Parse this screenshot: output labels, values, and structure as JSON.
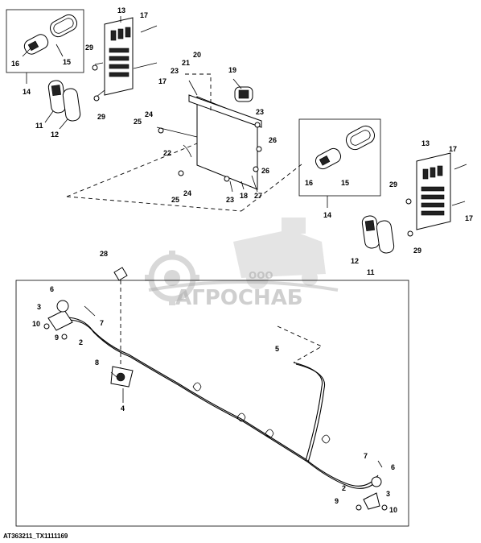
{
  "callouts": {
    "c2": "2",
    "c3": "3",
    "c4": "4",
    "c5": "5",
    "c6": "6",
    "c7": "7",
    "c8": "8",
    "c9": "9",
    "c10": "10",
    "c11": "11",
    "c12": "12",
    "c13": "13",
    "c14": "14",
    "c15": "15",
    "c16": "16",
    "c17": "17",
    "c18": "18",
    "c19": "19",
    "c20": "20",
    "c21": "21",
    "c22": "22",
    "c23": "23",
    "c24": "24",
    "c25": "25",
    "c26": "26",
    "c27": "27",
    "c28": "28",
    "c29": "29"
  },
  "figure_id": "AT363211_TX1111169",
  "watermark": {
    "company_prefix": "ООО",
    "company_name": "АГРОСНАБ"
  },
  "colors": {
    "line": "#000000",
    "watermark": "#a9a9a9",
    "background": "#ffffff"
  }
}
